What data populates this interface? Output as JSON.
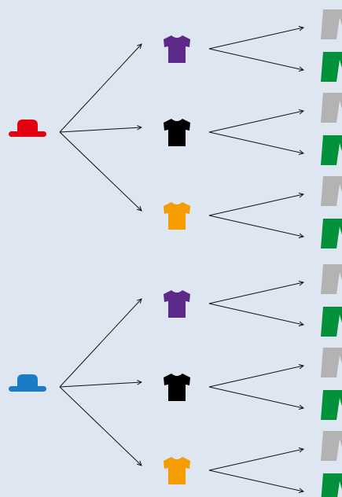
{
  "colors": {
    "background": "#dde6f1",
    "line": "#111111",
    "hat_red": "#e3000f",
    "hat_blue": "#1a7cc7",
    "shirt_purple": "#5e2a8a",
    "shirt_black": "#000000",
    "shirt_orange": "#f59c00",
    "pants_gray": "#b3b3b3",
    "pants_green": "#00913a"
  },
  "tree": {
    "hats": [
      {
        "color": "red",
        "icon": "bowler-hat-icon",
        "shirts": [
          {
            "color": "purple",
            "icon": "t-shirt-icon",
            "pants": [
              {
                "color": "gray",
                "icon": "pants-icon"
              },
              {
                "color": "green",
                "icon": "pants-icon"
              }
            ]
          },
          {
            "color": "black",
            "icon": "t-shirt-icon",
            "pants": [
              {
                "color": "gray",
                "icon": "pants-icon"
              },
              {
                "color": "green",
                "icon": "pants-icon"
              }
            ]
          },
          {
            "color": "orange",
            "icon": "t-shirt-icon",
            "pants": [
              {
                "color": "gray",
                "icon": "pants-icon"
              },
              {
                "color": "green",
                "icon": "pants-icon"
              }
            ]
          }
        ]
      },
      {
        "color": "blue",
        "icon": "bowler-hat-icon",
        "shirts": [
          {
            "color": "purple",
            "icon": "t-shirt-icon",
            "pants": [
              {
                "color": "gray",
                "icon": "pants-icon"
              },
              {
                "color": "green",
                "icon": "pants-icon"
              }
            ]
          },
          {
            "color": "black",
            "icon": "t-shirt-icon",
            "pants": [
              {
                "color": "gray",
                "icon": "pants-icon"
              },
              {
                "color": "green",
                "icon": "pants-icon"
              }
            ]
          },
          {
            "color": "orange",
            "icon": "t-shirt-icon",
            "pants": [
              {
                "color": "gray",
                "icon": "pants-icon"
              },
              {
                "color": "green",
                "icon": "pants-icon"
              }
            ]
          }
        ]
      }
    ]
  }
}
